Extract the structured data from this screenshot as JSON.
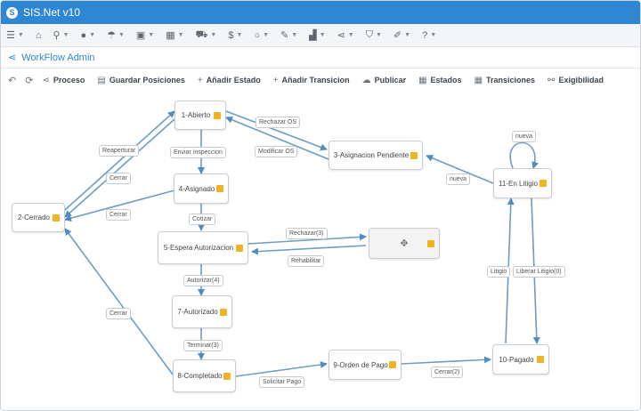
{
  "app": {
    "title": "SIS.Net v10"
  },
  "menu": {
    "items": [
      {
        "name": "menu-icon",
        "glyph": "☰"
      },
      {
        "name": "home-icon",
        "glyph": "⌂"
      },
      {
        "name": "search-icon",
        "glyph": "⚲"
      },
      {
        "name": "user-icon",
        "glyph": "●"
      },
      {
        "name": "umbrella-icon",
        "glyph": "☂"
      },
      {
        "name": "box-icon",
        "glyph": "▣"
      },
      {
        "name": "grid-icon",
        "glyph": "▦"
      },
      {
        "name": "truck-icon",
        "glyph": "⛟"
      },
      {
        "name": "dollar-icon",
        "glyph": "$"
      },
      {
        "name": "circle-icon",
        "glyph": "○"
      },
      {
        "name": "pencil-icon",
        "glyph": "✎"
      },
      {
        "name": "chart-icon",
        "glyph": "▟"
      },
      {
        "name": "share-icon",
        "glyph": "⋖"
      },
      {
        "name": "shield-icon",
        "glyph": "⛉"
      },
      {
        "name": "wrench-icon",
        "glyph": "✐"
      },
      {
        "name": "help-icon",
        "glyph": "?"
      }
    ]
  },
  "breadcrumb": {
    "icon": "share-icon",
    "label": "WorkFlow Admin"
  },
  "toolbar": {
    "proceso": "Proceso",
    "guardar": "Guardar Posiciones",
    "anadir_estado": "Añadir Estado",
    "anadir_transicion": "Añadir Transicion",
    "publicar": "Publicar",
    "estados": "Estados",
    "transiciones": "Transiciones",
    "exigibilidad": "Exigibilidad"
  },
  "nodes": {
    "n1": "1-Abierto",
    "n2": "2-Cerrado",
    "n3": "3-Asignacion Pendiente",
    "n4": "4-Asignado",
    "n5": "5-Espera Autorizacion",
    "n6": "",
    "n7": "7-Autorizado",
    "n8": "8-Completado",
    "n9": "9-Orden de Pago",
    "n10": "10-Pagado",
    "n11": "11-En Litigio"
  },
  "labels": {
    "reaperturar": "Reaperturar",
    "cerrar1": "Cerrar",
    "cerrar2": "Cerrar",
    "cerrar3": "Cerrar",
    "enviar_inspeccion": "Enviar inspeccion",
    "rechazar_os": "Rechazar OS",
    "modificar_os": "Modificar OS",
    "cotizar": "Cotizar",
    "rechazar3": "Rechazar(3)",
    "rehabilitar": "Rehabilitar",
    "autorizar4": "Autorizar(4)",
    "terminar3": "Terminar(3)",
    "solicitar_pago": "Solicitar Pago",
    "cerrar2n": "Cerrar(2)",
    "litigio": "Litigio",
    "liberar_litigio": "Liberar Litigio(0)",
    "nueva": "nueva",
    "nueva_loop": "nueva"
  }
}
